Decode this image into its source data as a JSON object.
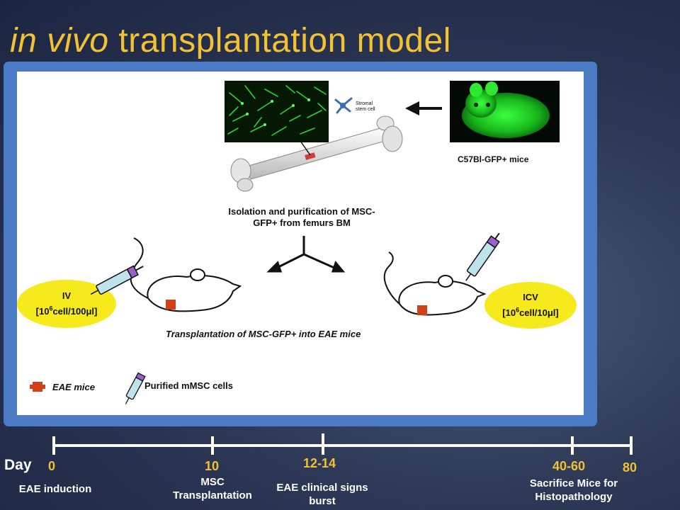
{
  "slide": {
    "title_italic": "in vivo",
    "title_rest": " transplantation model"
  },
  "diagram": {
    "stromal_label": "Stromal\nstem cell",
    "mouse_label": "C57Bl-GFP+ mice",
    "isolation_label_1": "Isolation and purification of MSC-",
    "isolation_label_2": "GFP+ from femurs BM",
    "iv_label": "IV",
    "iv_dose": "[10",
    "iv_dose_sup": "6",
    "iv_dose_end": "cell/100μl]",
    "icv_label": "ICV",
    "icv_dose": "[10",
    "icv_dose_sup": "6",
    "icv_dose_end": "cell/10μl]",
    "transplant_label": "Transplantation of MSC-GFP+ into EAE mice",
    "legend_eae": "EAE mice",
    "legend_msc": "Purified mMSC cells"
  },
  "timeline": {
    "axis_label": "Day",
    "ticks": [
      {
        "day": "0",
        "label": "EAE induction"
      },
      {
        "day": "10",
        "label": "MSC\nTransplantation"
      },
      {
        "day": "12-14",
        "label": "EAE clinical signs\nburst"
      },
      {
        "day": "40-60",
        "label": "Sacrifice Mice for\nHistopathology"
      },
      {
        "day": "80",
        "label": ""
      }
    ]
  },
  "colors": {
    "title": "#f2c233",
    "panel_border": "#4b7bc4",
    "ellipse": "#f7ea1c",
    "gfp": "#25d82a",
    "eae_marker": "#d2401a",
    "syringe_plunger": "#9a5fc9",
    "syringe_barrel": "#bfe3ea"
  }
}
